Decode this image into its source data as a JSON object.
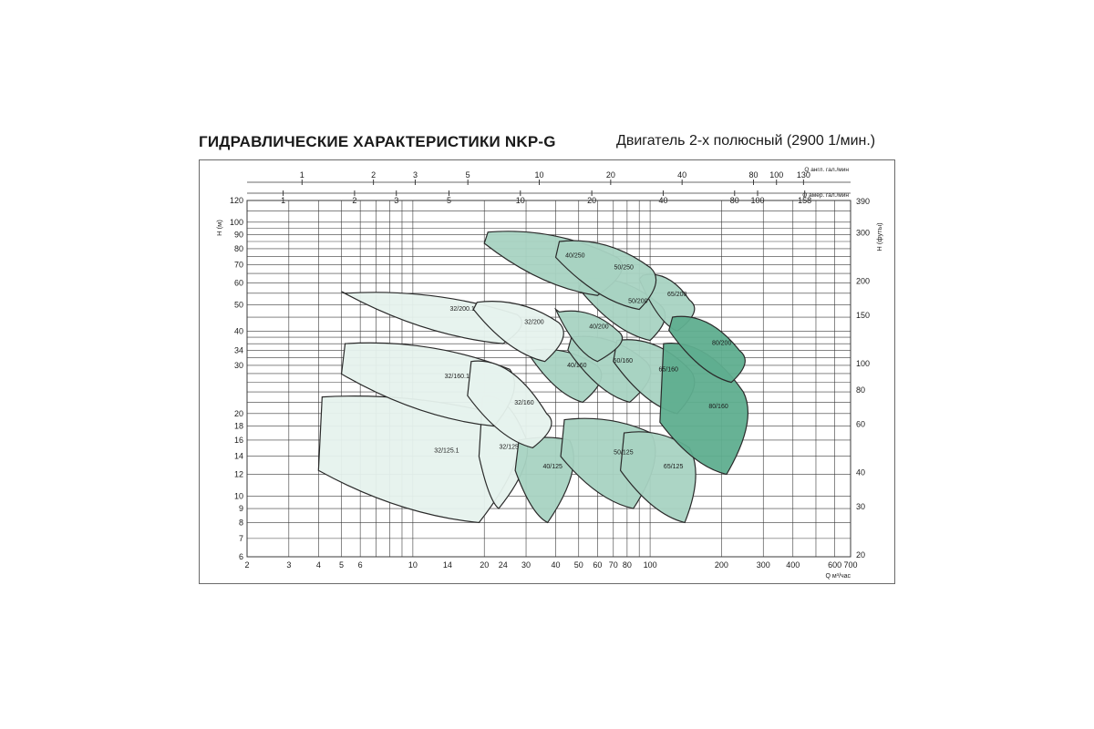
{
  "header": {
    "title": "ГИДРАВЛИЧЕСКИЕ ХАРАКТЕРИСТИКИ NKP-G",
    "subtitle": "Двигатель 2-х полюсный (2900 1/мин.)"
  },
  "colors": {
    "grid": "#3a3a3a",
    "light_fill": "#e6f2ed",
    "mid_fill": "#a8d3c2",
    "dark_fill": "#5fae8f",
    "outline": "#2a2a2a"
  },
  "chart_data": {
    "type": "area",
    "title": "",
    "xlabel": "Q м³/час",
    "ylabel_left": "H (м)",
    "ylabel_right": "H (футы)",
    "top_axis_1_label": "Q англ. гал./мин",
    "top_axis_2_label": "Q амер. гал./мин",
    "x_scale": "log",
    "y_scale": "log",
    "xlim": [
      2,
      700
    ],
    "ylim": [
      6,
      120
    ],
    "grid": true,
    "x_ticks": [
      "2",
      "3",
      "4",
      "5",
      "6",
      "10",
      "14",
      "20",
      "24",
      "30",
      "40",
      "50",
      "60",
      "70",
      "80",
      "100",
      "200",
      "300",
      "400",
      "600",
      "700"
    ],
    "y_ticks_left": [
      "6",
      "7",
      "8",
      "9",
      "10",
      "12",
      "14",
      "16",
      "18",
      "20",
      "30",
      "34",
      "40",
      "50",
      "60",
      "70",
      "80",
      "90",
      "100",
      "120"
    ],
    "y_ticks_right": [
      "20",
      "30",
      "40",
      "60",
      "80",
      "100",
      "150",
      "200",
      "300",
      "390"
    ],
    "top_axis_1_ticks": [
      "1",
      "2",
      "3",
      "5",
      "10",
      "20",
      "40",
      "80",
      "100",
      "130"
    ],
    "top_axis_2_ticks": [
      "1",
      "2",
      "3",
      "5",
      "10",
      "20",
      "40",
      "80",
      "100",
      "158"
    ],
    "pump_fields": [
      {
        "name": "32/125.1",
        "shade": "light",
        "q": [
          4,
          30,
          19,
          4
        ],
        "h": [
          [
            13.5,
            23
          ],
          [
            19,
            20
          ],
          [
            8,
            8
          ],
          [
            13.5,
            13.5
          ]
        ]
      },
      {
        "name": "32/125",
        "q": [
          19,
          32,
          23
        ],
        "h": [
          23,
          17,
          9
        ],
        "shade": "light"
      },
      {
        "name": "40/125",
        "q": [
          27,
          50,
          37
        ],
        "h": [
          16,
          16,
          8
        ],
        "shade": "mid"
      },
      {
        "name": "50/125",
        "q": [
          42,
          110,
          85
        ],
        "h": [
          19,
          17,
          9
        ],
        "shade": "mid"
      },
      {
        "name": "65/125",
        "q": [
          75,
          160,
          140
        ],
        "h": [
          17,
          15,
          8
        ],
        "shade": "mid"
      },
      {
        "name": "32/160.1",
        "q": [
          5,
          28,
          22
        ],
        "h": [
          36,
          29,
          18
        ],
        "shade": "light"
      },
      {
        "name": "32/160",
        "q": [
          17,
          40,
          32
        ],
        "h": [
          31,
          20,
          15
        ],
        "shade": "light"
      },
      {
        "name": "40/160",
        "q": [
          30,
          65,
          52
        ],
        "h": [
          34,
          30,
          22
        ],
        "shade": "mid"
      },
      {
        "name": "50/160",
        "q": [
          45,
          105,
          82
        ],
        "h": [
          38,
          31,
          22
        ],
        "shade": "mid"
      },
      {
        "name": "65/160",
        "q": [
          70,
          160,
          130
        ],
        "h": [
          37,
          29,
          20
        ],
        "shade": "mid"
      },
      {
        "name": "80/160",
        "q": [
          110,
          270,
          210
        ],
        "h": [
          36,
          24,
          12
        ],
        "shade": "dark"
      },
      {
        "name": "32/200.1",
        "q": [
          5,
          30,
          24
        ],
        "h": [
          55,
          46,
          36
        ],
        "shade": "light"
      },
      {
        "name": "32/200",
        "q": [
          18,
          45,
          36
        ],
        "h": [
          51,
          43,
          31
        ],
        "shade": "light"
      },
      {
        "name": "40/200",
        "q": [
          40,
          80,
          60
        ],
        "h": [
          47,
          40,
          31
        ],
        "shade": "mid"
      },
      {
        "name": "50/200",
        "q": [
          50,
          120,
          100
        ],
        "h": [
          62,
          50,
          37
        ],
        "shade": "mid"
      },
      {
        "name": "65/200",
        "q": [
          90,
          160,
          130
        ],
        "h": [
          64,
          52,
          40
        ],
        "shade": "mid"
      },
      {
        "name": "80/200",
        "q": [
          120,
          260,
          220
        ],
        "h": [
          45,
          34,
          26
        ],
        "shade": "dark"
      },
      {
        "name": "40/250",
        "q": [
          20,
          80,
          60
        ],
        "h": [
          92,
          74,
          54
        ],
        "shade": "mid"
      },
      {
        "name": "50/250",
        "q": [
          40,
          110,
          90
        ],
        "h": [
          85,
          68,
          48
        ],
        "shade": "mid"
      }
    ]
  }
}
